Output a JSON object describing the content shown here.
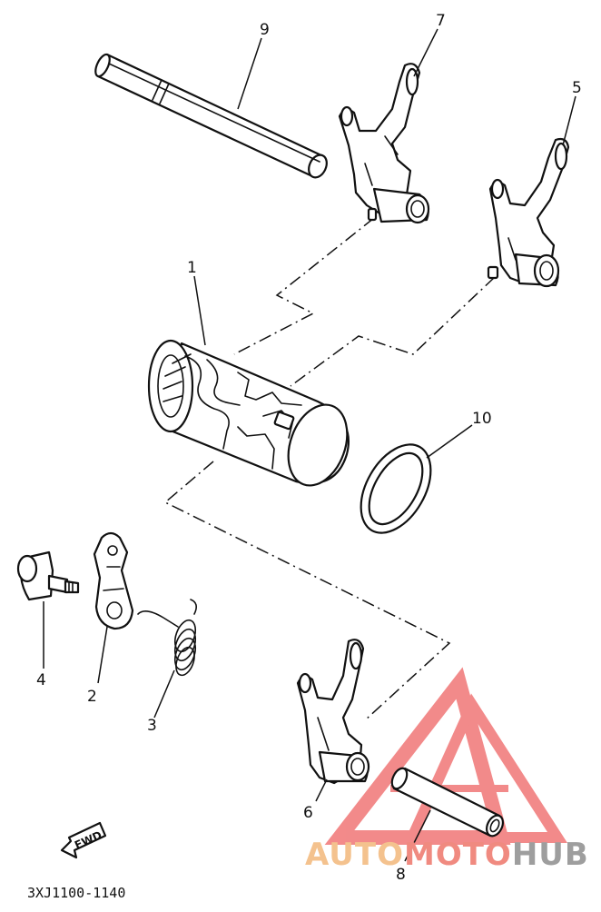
{
  "diagram": {
    "callouts": {
      "shift_cam": "1",
      "stopper_lever": "2",
      "torsion_spring": "3",
      "bolt": "4",
      "shift_fork_5": "5",
      "shift_fork_6": "6",
      "shift_fork_7": "7",
      "guide_bar_8": "8",
      "guide_bar_9": "9",
      "washer": "10"
    },
    "direction_label": "FWD",
    "drawing_code": "3XJ1100-1140"
  },
  "watermark": {
    "part1": "AUTO",
    "part2": "MOTO",
    "part3": "HUB",
    "colors": {
      "auto": "#f4c28e",
      "moto": "#f08a80",
      "hub": "#9e9e9e",
      "logo": "#f06d6d"
    }
  }
}
